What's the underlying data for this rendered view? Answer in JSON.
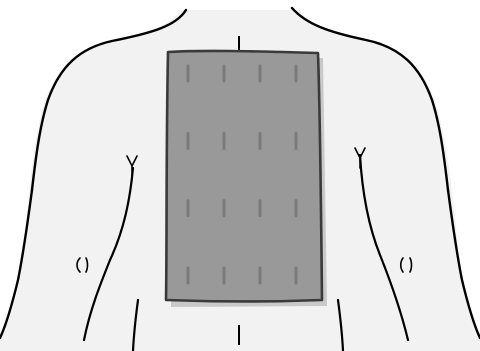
{
  "illustration": {
    "subject": "torso-back",
    "colors": {
      "skin": "#f2f2f2",
      "outline": "#000000",
      "pad": "#999999",
      "pad_edge": "#3a3a3a",
      "pad_shadow": "#c9c9c9",
      "pad_marks": "#7a7a7a"
    },
    "pad": {
      "mark_columns": 4,
      "mark_rows": 4
    }
  }
}
